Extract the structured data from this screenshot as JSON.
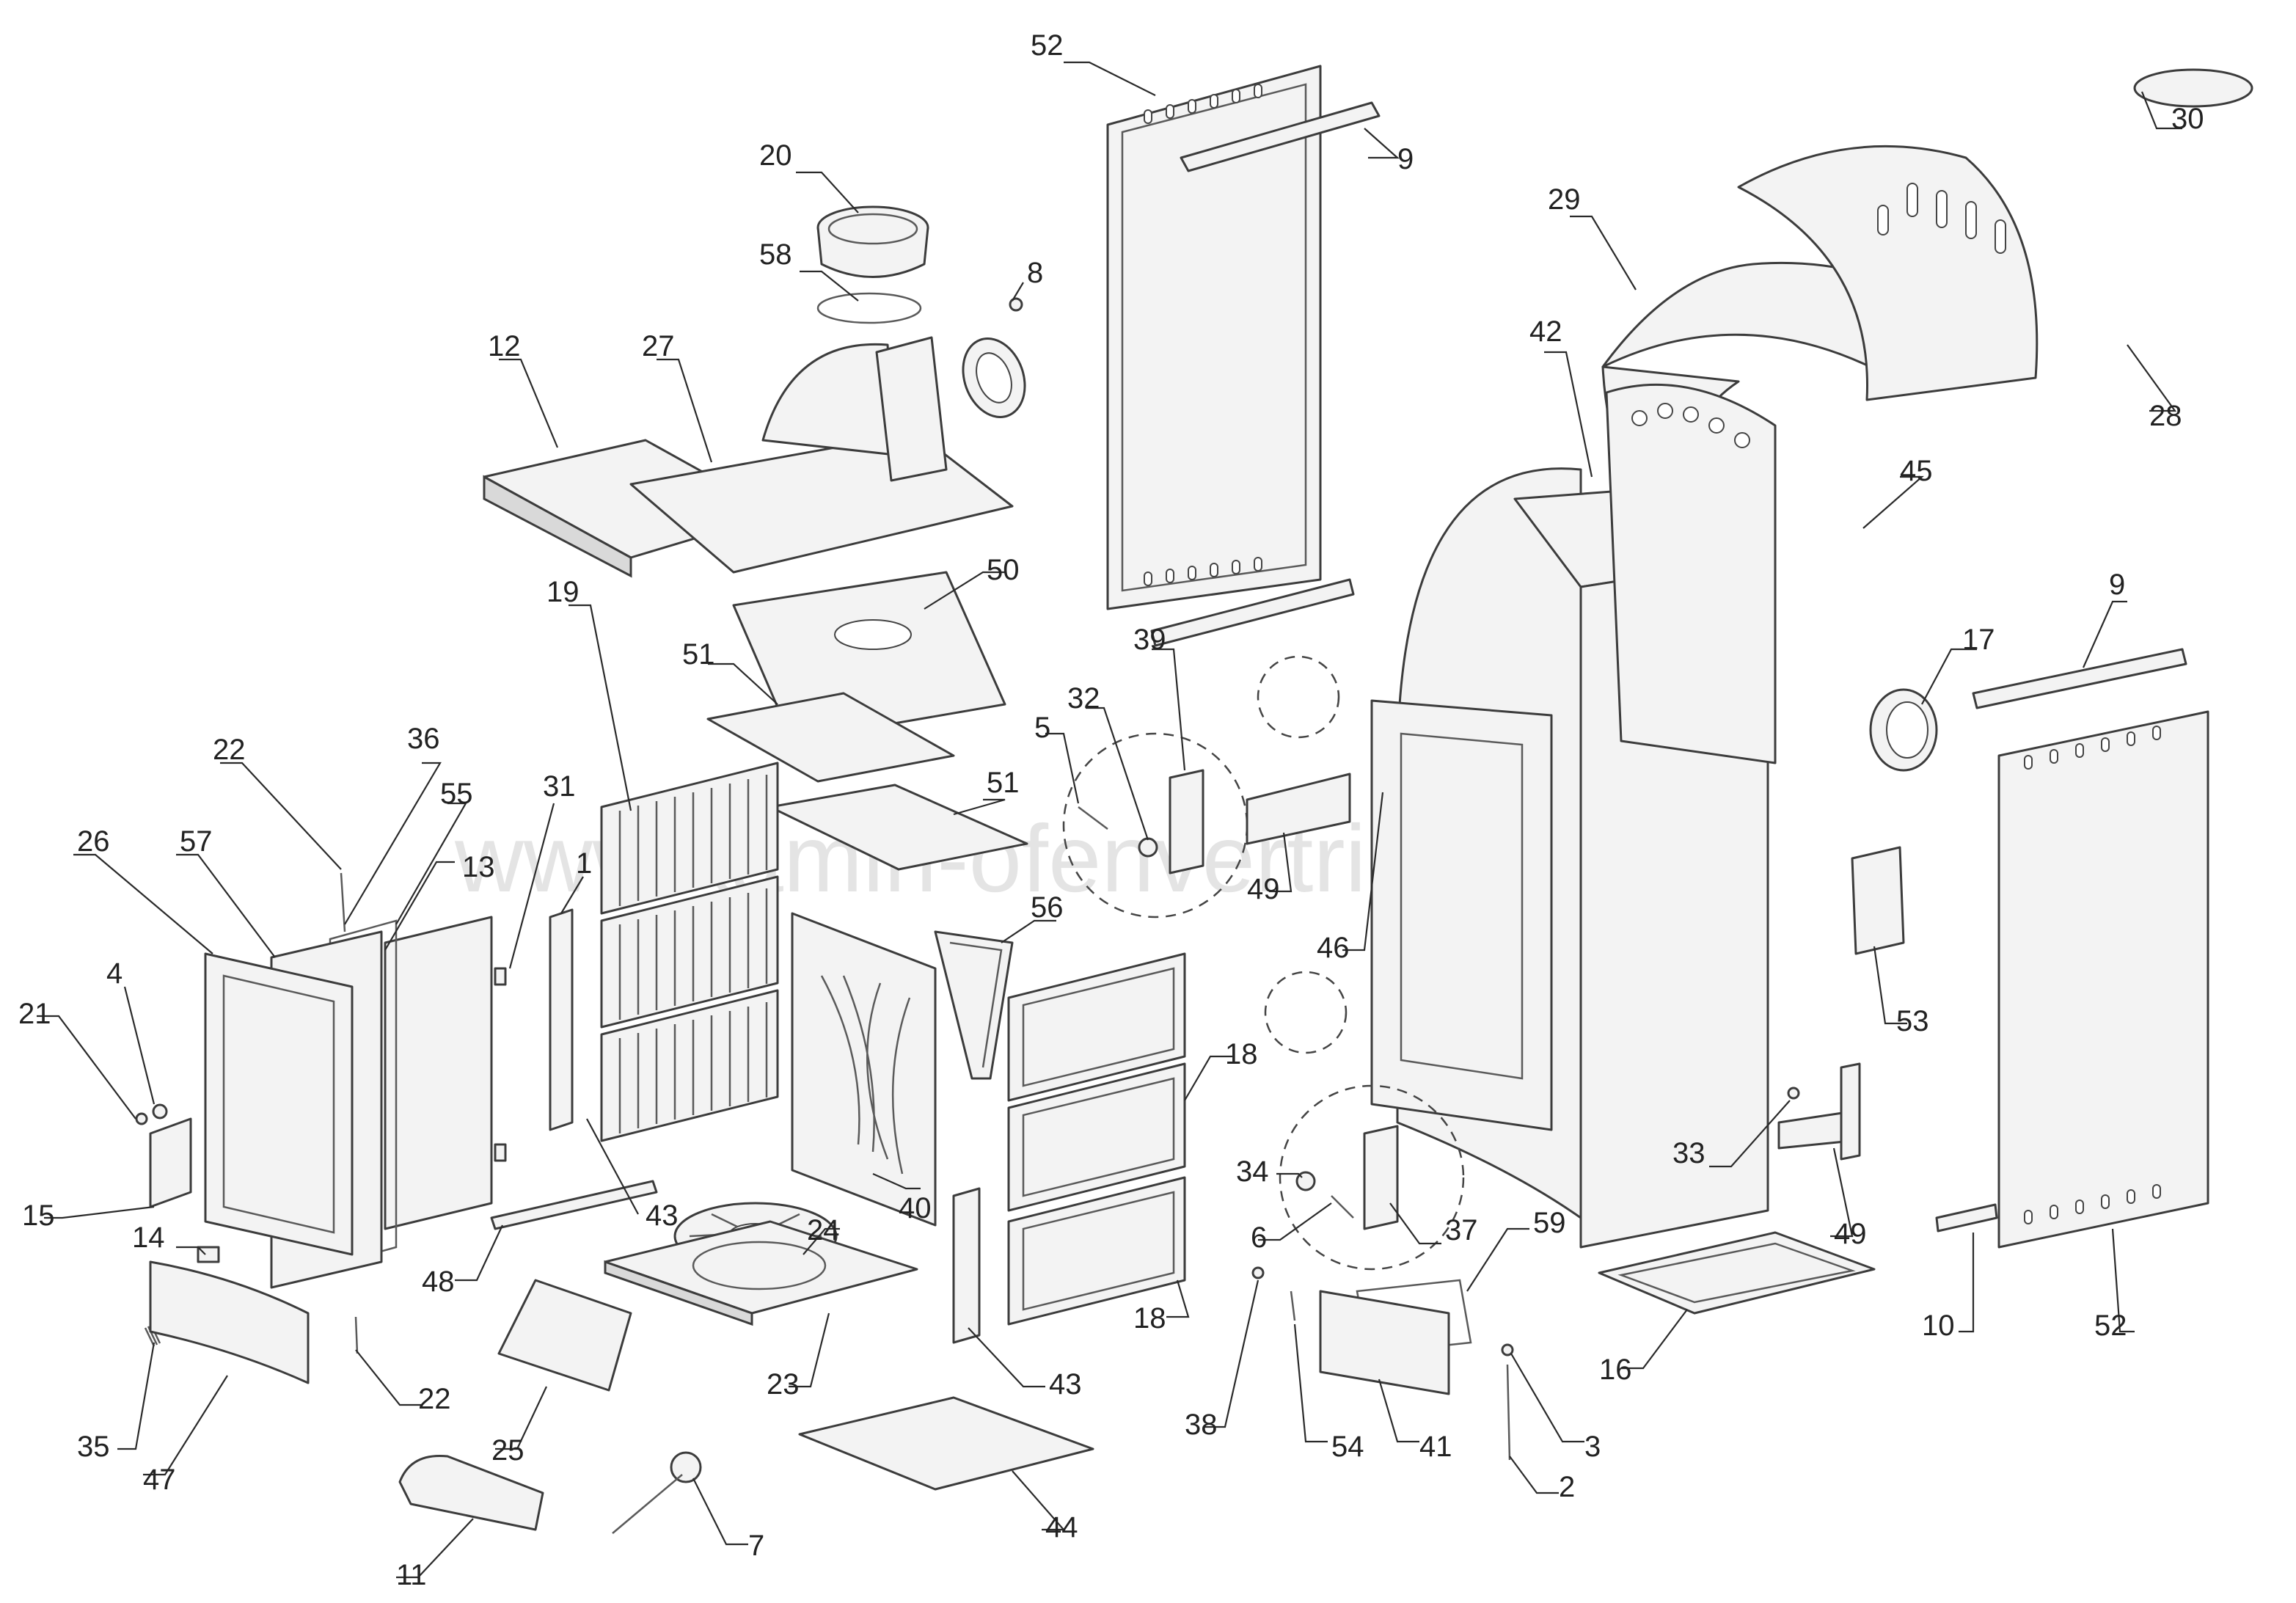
{
  "watermark": "www.kamin-ofenvertrieb.de",
  "callouts": [
    "52",
    "9",
    "30",
    "20",
    "29",
    "8",
    "58",
    "12",
    "27",
    "42",
    "28",
    "45",
    "50",
    "9",
    "17",
    "51",
    "19",
    "32",
    "39",
    "5",
    "22",
    "36",
    "51",
    "31",
    "55",
    "13",
    "26",
    "57",
    "1",
    "49",
    "56",
    "46",
    "53",
    "4",
    "21",
    "18",
    "34",
    "33",
    "15",
    "43",
    "24",
    "40",
    "6",
    "37",
    "49",
    "14",
    "48",
    "59",
    "18",
    "10",
    "52",
    "23",
    "43",
    "22",
    "35",
    "25",
    "38",
    "54",
    "41",
    "3",
    "16",
    "47",
    "2",
    "44",
    "11",
    "7"
  ]
}
